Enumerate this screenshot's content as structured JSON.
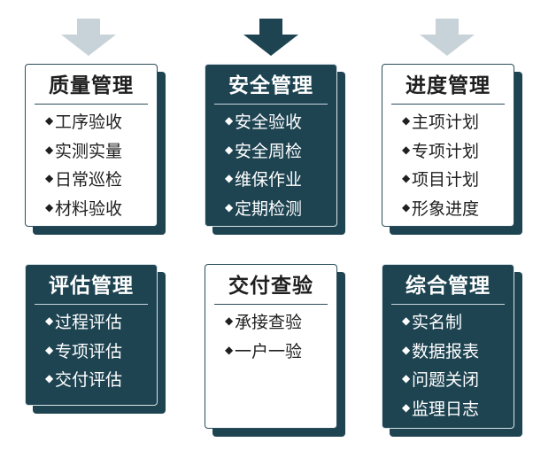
{
  "colors": {
    "dark_teal": "#1e4452",
    "light_arrow": "#c8d3d9",
    "dark_arrow": "#1e4452"
  },
  "arrows": [
    {
      "style": "light"
    },
    {
      "style": "dark"
    },
    {
      "style": "light"
    }
  ],
  "cards": [
    {
      "title": "质量管理",
      "style": "light",
      "items": [
        "工序验收",
        "实测实量",
        "日常巡检",
        "材料验收"
      ]
    },
    {
      "title": "安全管理",
      "style": "dark",
      "items": [
        "安全验收",
        "安全周检",
        "维保作业",
        "定期检测"
      ]
    },
    {
      "title": "进度管理",
      "style": "light",
      "items": [
        "主项计划",
        "专项计划",
        "项目计划",
        "形象进度"
      ]
    },
    {
      "title": "评估管理",
      "style": "dark",
      "items": [
        "过程评估",
        "专项评估",
        "交付评估"
      ]
    },
    {
      "title": "交付查验",
      "style": "light",
      "items": [
        "承接查验",
        "一户一验"
      ]
    },
    {
      "title": "综合管理",
      "style": "dark",
      "items": [
        "实名制",
        "数据报表",
        "问题关闭",
        "监理日志"
      ]
    }
  ],
  "bullet_glyph": "◆"
}
